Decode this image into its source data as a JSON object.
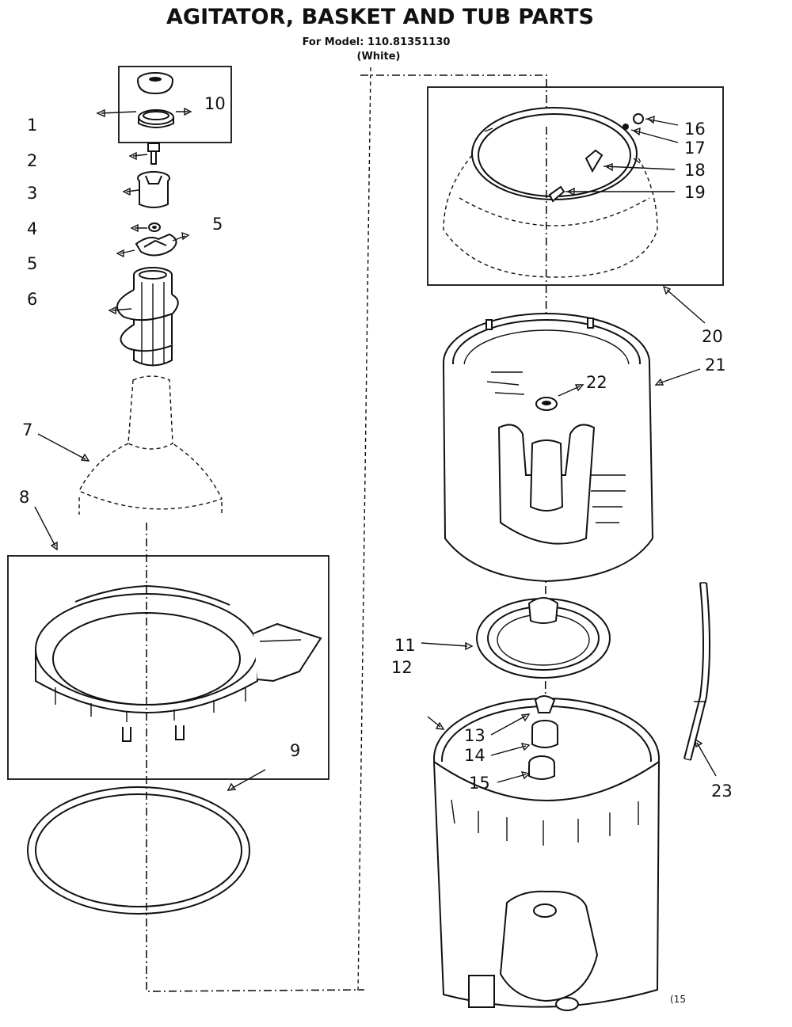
{
  "header": {
    "title": "AGITATOR, BASKET AND TUB PARTS",
    "model_line": "For Model: 110.81351130",
    "color_line": "(White)"
  },
  "callouts": {
    "c1": "1",
    "c2": "2",
    "c3": "3",
    "c4": "4",
    "c5a": "5",
    "c5b": "5",
    "c6": "6",
    "c7": "7",
    "c8": "8",
    "c9": "9",
    "c10": "10",
    "c11": "11",
    "c12": "12",
    "c13": "13",
    "c14": "14",
    "c15": "15",
    "c16": "16",
    "c17": "17",
    "c18": "18",
    "c19": "19",
    "c20": "20",
    "c21": "21",
    "c22": "22",
    "c23": "23"
  },
  "footer": {
    "code": "(15"
  }
}
